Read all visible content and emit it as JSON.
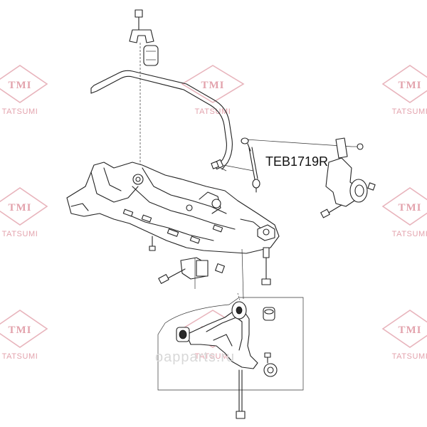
{
  "watermark": {
    "brand": "TMI",
    "subtitle": "TATSUMI"
  },
  "part_label": "TEB1719R",
  "oem_mark": "oapparts.ru",
  "colors": {
    "watermark": "#e3a3ad",
    "line": "#222222",
    "background": "#ffffff"
  }
}
